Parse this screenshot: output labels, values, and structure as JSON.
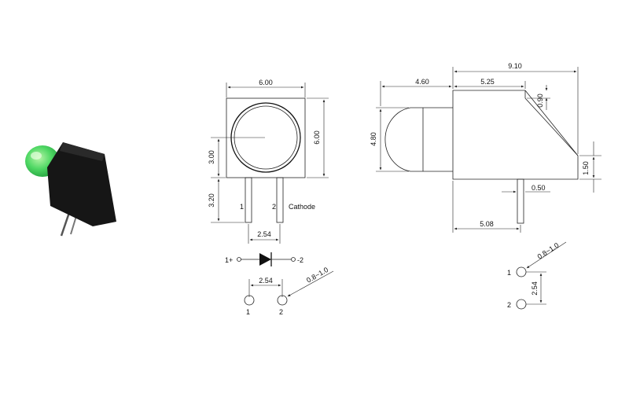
{
  "front_view": {
    "width": "6.00",
    "height": "6.00",
    "lens_center_height": "3.00",
    "pin_length": "3.20",
    "pin_pitch": "2.54",
    "pin1": "1",
    "pin2": "2",
    "cathode": "Cathode"
  },
  "side_view": {
    "overall_length": "9.10",
    "lens_length": "4.60",
    "body_top_length": "5.25",
    "lens_diameter": "4.80",
    "slant_height": "0.90",
    "tip_height": "1.50",
    "pin_width": "0.50",
    "pin_offset": "5.08"
  },
  "schematic": {
    "anode": "1+",
    "cathode": "-2"
  },
  "footprint_front": {
    "pitch": "2.54",
    "hole": "0.8~1.0",
    "pin1": "1",
    "pin2": "2"
  },
  "footprint_side": {
    "pitch": "2.54",
    "hole": "0.8~1.0",
    "pin1": "1",
    "pin2": "2"
  },
  "colors": {
    "lens": "#3fcf5a",
    "housing": "#161616",
    "line": "#222222"
  }
}
